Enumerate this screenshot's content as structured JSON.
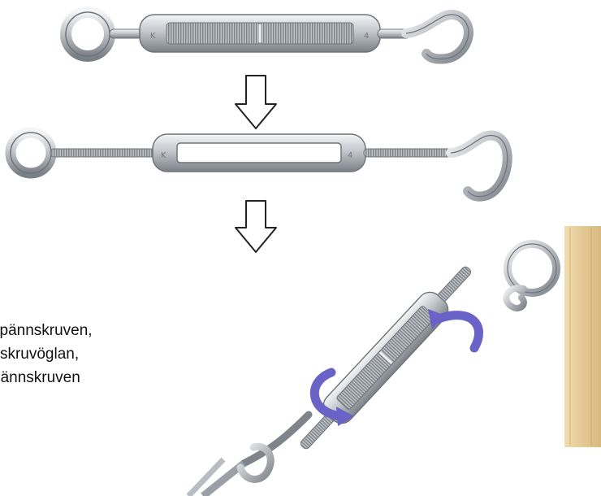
{
  "caption": {
    "line1": "spännskruven,",
    "line2": "ill skruvöglan,",
    "line3": "pännskruven"
  },
  "colors": {
    "steel_light": "#eef0f2",
    "steel_mid": "#b9bdc2",
    "steel_dark": "#6f747a",
    "arrow": "#222222",
    "rotation_arrow": "#6a63c7",
    "wood": "#e8cf9f"
  }
}
